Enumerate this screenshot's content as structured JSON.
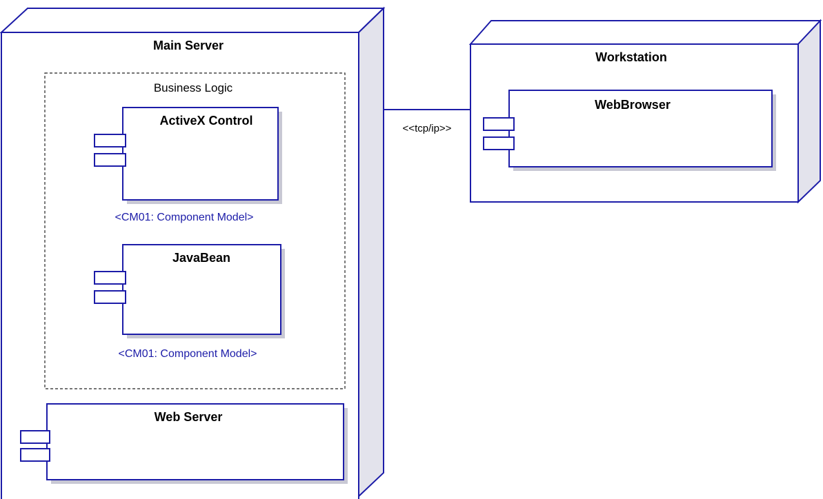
{
  "nodes": {
    "main_server": {
      "label": "Main Server"
    },
    "workstation": {
      "label": "Workstation"
    }
  },
  "package": {
    "label": "Business Logic"
  },
  "components": {
    "activex": {
      "label": "ActiveX Control",
      "tag": "<CM01: Component Model>"
    },
    "javabean": {
      "label": "JavaBean",
      "tag": "<CM01: Component Model>"
    },
    "web_server": {
      "label": "Web Server"
    },
    "web_browser": {
      "label": "WebBrowser"
    }
  },
  "connection": {
    "label": "<<tcp/ip>>"
  },
  "colors": {
    "line": "#1c1ca8",
    "node_side": "#e3e3ec",
    "text": "#000000"
  }
}
